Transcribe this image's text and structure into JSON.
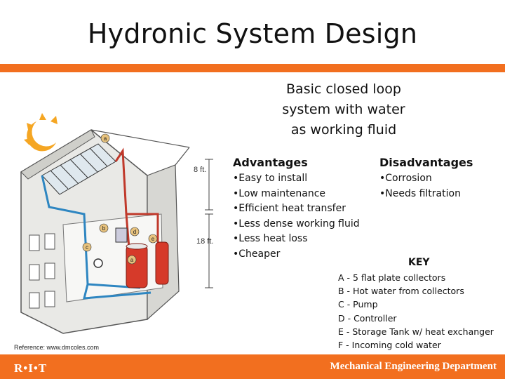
{
  "slide": {
    "title": "Hydronic System Design",
    "subtitle_lines": [
      "Basic closed loop",
      "system with water",
      "as working fluid"
    ]
  },
  "advantages": {
    "heading": "Advantages",
    "items": [
      "Easy to install",
      "Low maintenance",
      "Efficient heat transfer",
      "Less dense working fluid",
      "Less heat loss",
      "Cheaper"
    ]
  },
  "disadvantages": {
    "heading": "Disadvantages",
    "items": [
      "Corrosion",
      "Needs filtration"
    ]
  },
  "key": {
    "heading": "KEY",
    "items": [
      "A - 5 flat plate collectors",
      "B - Hot water from collectors",
      "C - Pump",
      "D - Controller",
      "E - Storage Tank w/ heat exchanger",
      "F - Incoming cold water"
    ]
  },
  "diagram": {
    "dim_top": "8 ft.",
    "dim_bottom": "18 ft.",
    "markers": [
      "a",
      "b",
      "c",
      "d",
      "e",
      "a"
    ]
  },
  "reference": "Reference: www.dmcoles.com",
  "footer": {
    "logo": "R•I•T",
    "department": "Mechanical Engineering Department"
  },
  "colors": {
    "accent": "#f26f1f",
    "sun": "#f5a623",
    "hot_pipe": "#c0392b",
    "cold_pipe": "#2e86c1",
    "tank": "#d63a2a"
  }
}
